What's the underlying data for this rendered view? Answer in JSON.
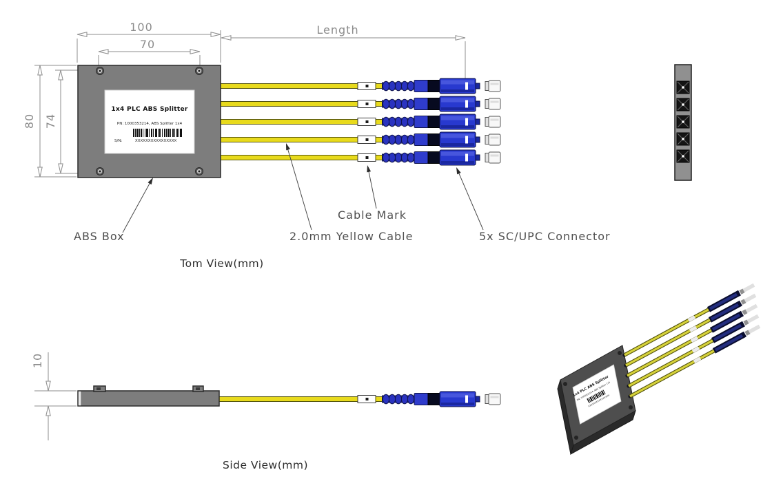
{
  "drawing": {
    "top_view": {
      "caption": "Tom View(mm)",
      "dimensions": {
        "box_width": "100",
        "screw_spacing_h": "70",
        "box_height": "80",
        "screw_spacing_v": "74",
        "cable_length": "Length"
      },
      "box_label": {
        "title": "1x4 PLC ABS Splitter",
        "part_number": "PN: 1000353214, ABS Splitter 1x4",
        "serial_label": "S/N:",
        "serial_value": "XXXXXXXXXXXXXXXX"
      },
      "callouts": {
        "abs_box": "ABS Box",
        "yellow_cable": "2.0mm Yellow Cable",
        "cable_mark": "Cable Mark",
        "connector": "5x SC/UPC Connector"
      }
    },
    "side_view": {
      "caption": "Side View(mm)",
      "dimensions": {
        "box_thickness": "10"
      }
    }
  },
  "colors": {
    "cable-yellow": "#e8da1c",
    "cable-edge": "#54540e",
    "connector-blue": "#2839cf",
    "connector-navy": "#10154a",
    "boot-blue": "#2a33c0",
    "box-gray": "#7d7d7d",
    "box-dark": "#2b2b2b",
    "dim-gray": "#8c8c8c",
    "label-text": "#4f4f4f",
    "caption-text": "#2e2e2e",
    "white": "#ffffff"
  }
}
